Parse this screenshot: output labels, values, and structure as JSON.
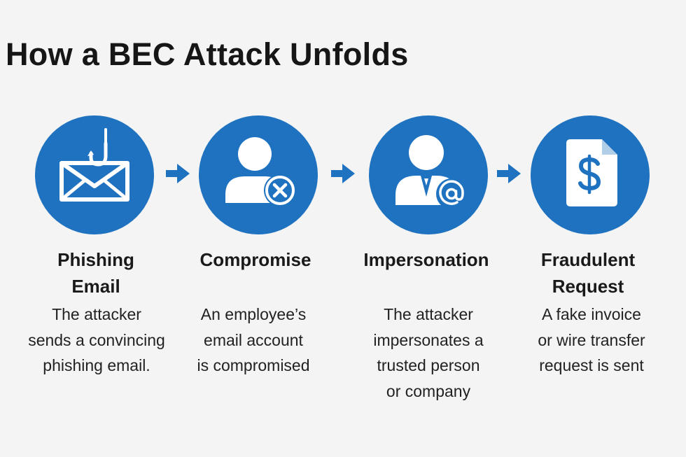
{
  "title": "How a BEC Attack Unfolds",
  "colors": {
    "circle": "#1f72c0",
    "arrow": "#1f72c0",
    "background": "#f4f4f4"
  },
  "steps": [
    {
      "title": "Phishing\nEmail",
      "description": "The attacker\nsends a convincing\nphishing email.",
      "icon": "envelope-fishhook-icon"
    },
    {
      "title": "Compromise",
      "description": "An employee’s\nemail account\nis compromised",
      "icon": "user-x-icon"
    },
    {
      "title": "Impersonation",
      "description": "The attacker\nimpersonates a\ntrusted person\nor company",
      "icon": "user-at-icon"
    },
    {
      "title": "Fraudulent\nRequest",
      "description": "A fake invoice\nor wire transfer\nrequest is sent",
      "icon": "dollar-document-icon"
    }
  ]
}
